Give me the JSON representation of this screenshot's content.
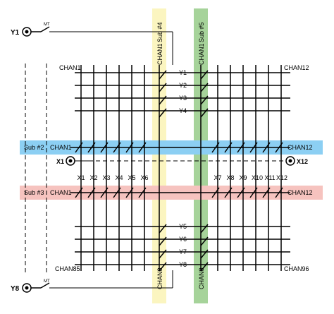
{
  "colors": {
    "sub2_band": "#8ccff3",
    "sub3_band": "#f6c3bf",
    "sub4_band": "#fbf5c0",
    "sub5_band": "#a6d39a",
    "line": "#000000"
  },
  "terminals": {
    "y1": "Y1",
    "y8": "Y8",
    "x1": "X1",
    "x12": "X12",
    "mt_top": "MT",
    "mt_bottom": "MT"
  },
  "buses": {
    "sub2": {
      "label": "Sub #2",
      "left_chan": "CHAN1",
      "right_chan": "CHAN12"
    },
    "sub3": {
      "label": "Sub #3",
      "left_chan": "CHAN1",
      "right_chan": "CHAN12"
    },
    "sub4": {
      "label": "Sub #4",
      "top_chan": "CHAN1",
      "bottom_chan": "CHAN8"
    },
    "sub5": {
      "label": "Sub #5",
      "top_chan": "CHAN1",
      "bottom_chan": "CHAN8"
    }
  },
  "corners": {
    "top_left": "CHAN1",
    "top_right": "CHAN12",
    "bottom_left": "CHAN85",
    "bottom_right": "CHAN96"
  },
  "y_rows": [
    "Y1",
    "Y2",
    "Y3",
    "Y4",
    "Y5",
    "Y6",
    "Y7",
    "Y8"
  ],
  "x_cols": [
    "X1",
    "X2",
    "X3",
    "X4",
    "X5",
    "X6",
    "X7",
    "X8",
    "X9",
    "X10",
    "X11",
    "X12"
  ]
}
